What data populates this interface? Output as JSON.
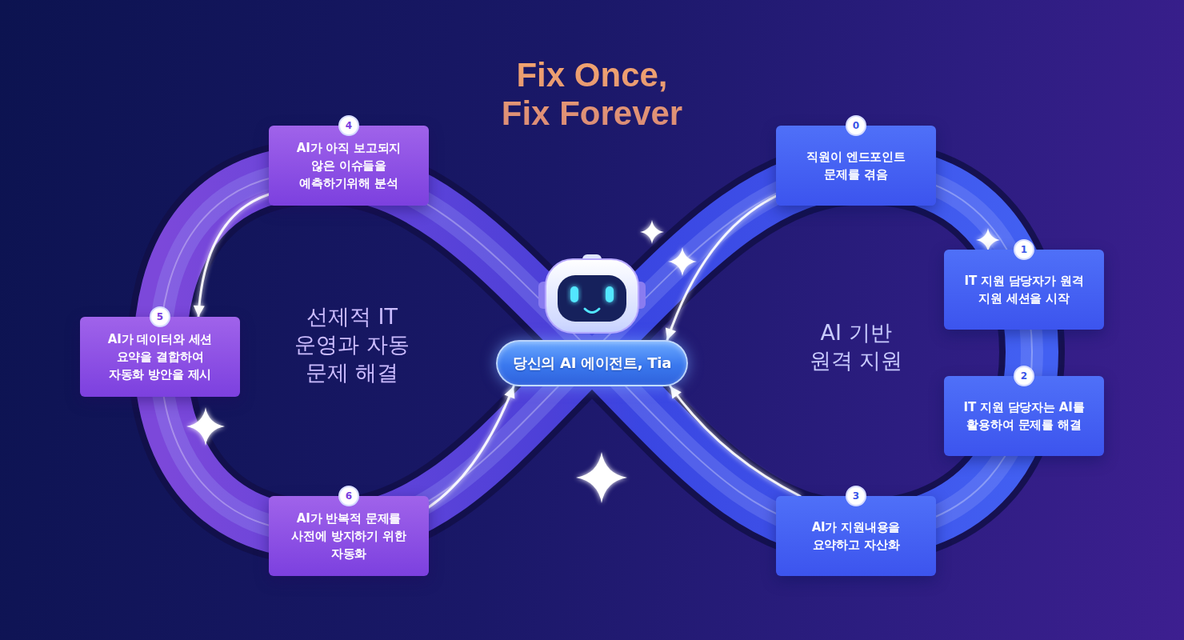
{
  "diagram": {
    "title": "Fix Once, Fix Forever",
    "nodes": [
      {
        "text": [
          "0",
          "직원이 엔드포인트 문제를 겪음"
        ]
      },
      {
        "text": [
          "1",
          "IT 지원 담당자가 원격 지원 세션을 시작"
        ]
      },
      {
        "text": [
          "2",
          "IT 지원 담당자는 AI를 활용하여 문제를 해결"
        ]
      },
      {
        "text": [
          "3",
          "AI가 지원내용을 요약하고 자산화"
        ]
      },
      {
        "text": [
          "4",
          "AI가 아직 보고되지 않은 이슈들을 예측하기위해 분석"
        ]
      },
      {
        "text": [
          "5",
          "AI가 데이터와 세션 요약을 결합하여 자동화 방안을 제시"
        ]
      },
      {
        "text": [
          "6",
          "AI가 반복적 문제를 사전에 방지하기 위한 자동화"
        ]
      },
      {
        "text": [
          "당신의 AI 에이전트, Tia"
        ]
      }
    ],
    "edges": [
      {
        "from": 0,
        "to": 7,
        "arrow": "to"
      },
      {
        "from": 3,
        "to": 7,
        "arrow": "to"
      },
      {
        "from": 4,
        "to": 5,
        "arrow": "to"
      },
      {
        "from": 6,
        "to": 7,
        "arrow": "to"
      }
    ],
    "labels": [
      "선제적 IT 운영과 자동 문제 해결",
      "AI 기반 원격 지원"
    ]
  }
}
